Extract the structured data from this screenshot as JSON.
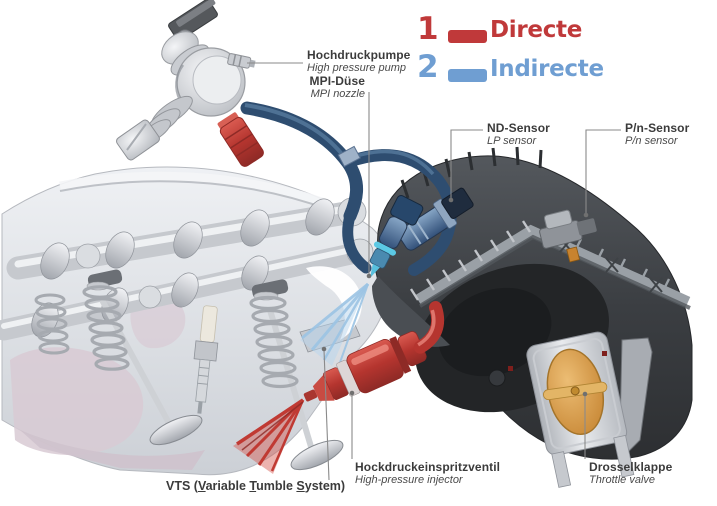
{
  "legend": {
    "items": [
      {
        "number": "1",
        "label": "Directe",
        "color": "#c0393a"
      },
      {
        "number": "2",
        "label": "Indirecte",
        "color": "#6f9ed2"
      }
    ]
  },
  "callouts": {
    "pump": {
      "de": "Hochdruckpumpe",
      "en": "High pressure pump"
    },
    "mpi": {
      "de": "MPI-Düse",
      "en": "MPI nozzle"
    },
    "nd": {
      "de": "ND-Sensor",
      "en": "LP sensor"
    },
    "pn": {
      "de": "P/n-Sensor",
      "en": "P/n sensor"
    },
    "vts": {
      "p0": "VTS (",
      "u1": "V",
      "p1": "ariable ",
      "u2": "T",
      "p2": "umble ",
      "u3": "S",
      "p3": "ystem)"
    },
    "injector": {
      "de": "Hockdruckeinspritzventil",
      "en": "High-pressure injector"
    },
    "throttle": {
      "de": "Drosselklappe",
      "en": "Throttle valve"
    }
  },
  "colors": {
    "direct_red": "#c0393a",
    "indirect_blue": "#6f9ed2",
    "throttle_orange": "#d99b3e"
  }
}
